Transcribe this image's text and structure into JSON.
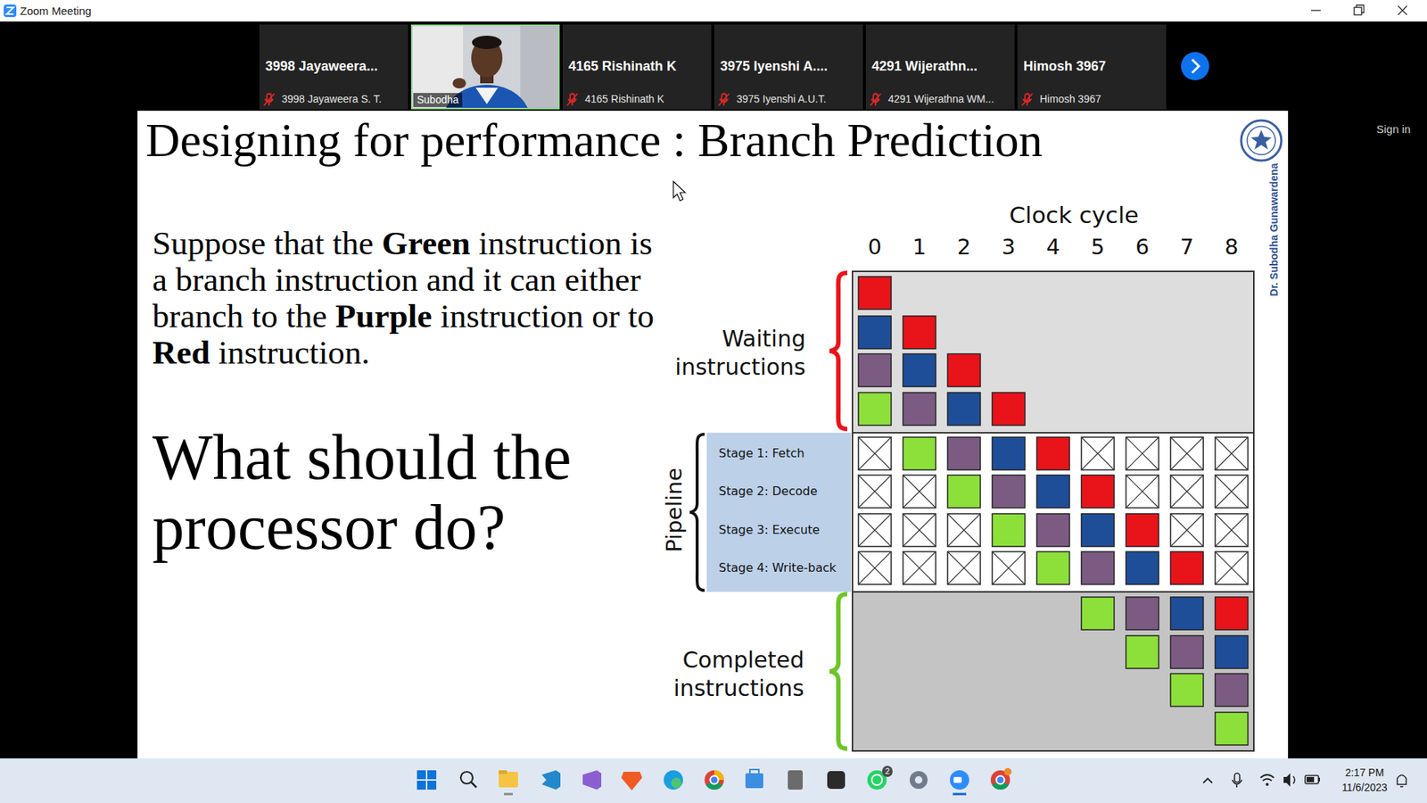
{
  "diagram": {
    "title": "Designing for performance : Branch Prediction",
    "nodes": [
      {
        "text": [
          "3998 Jayaweera...",
          "3998 Jayaweera S. T."
        ]
      },
      {
        "text": [
          "Subodha"
        ]
      },
      {
        "text": [
          "4165 Rishinath K",
          "4165 Rishinath K"
        ]
      },
      {
        "text": [
          "3975 Iyenshi A....",
          "3975 Iyenshi A.U.T."
        ]
      },
      {
        "text": [
          "4291 Wijerathn...",
          "4291 Wijerathna WM..."
        ]
      },
      {
        "text": [
          "Himosh 3967",
          "Himosh 3967"
        ]
      },
      {
        "text": [
          "Stage 1: Fetch",
          "Stage 2: Decode",
          "Stage 3: Execute",
          "Stage 4: Write-back"
        ]
      }
    ],
    "labels": [
      "Zoom Meeting",
      "Sign in",
      "Suppose that the",
      "Green",
      "instruction is a branch instruction and it can either branch to the",
      "Purple",
      "instruction or to",
      "Red",
      "instruction.",
      "What should the processor do?",
      "Clock cycle",
      "0",
      "1",
      "2",
      "3",
      "4",
      "5",
      "6",
      "7",
      "8",
      "Waiting instructions",
      "Pipeline",
      "Completed instructions",
      "Dr. Subodha Gunawardena",
      "2",
      "2:17 PM",
      "11/6/2023"
    ]
  }
}
